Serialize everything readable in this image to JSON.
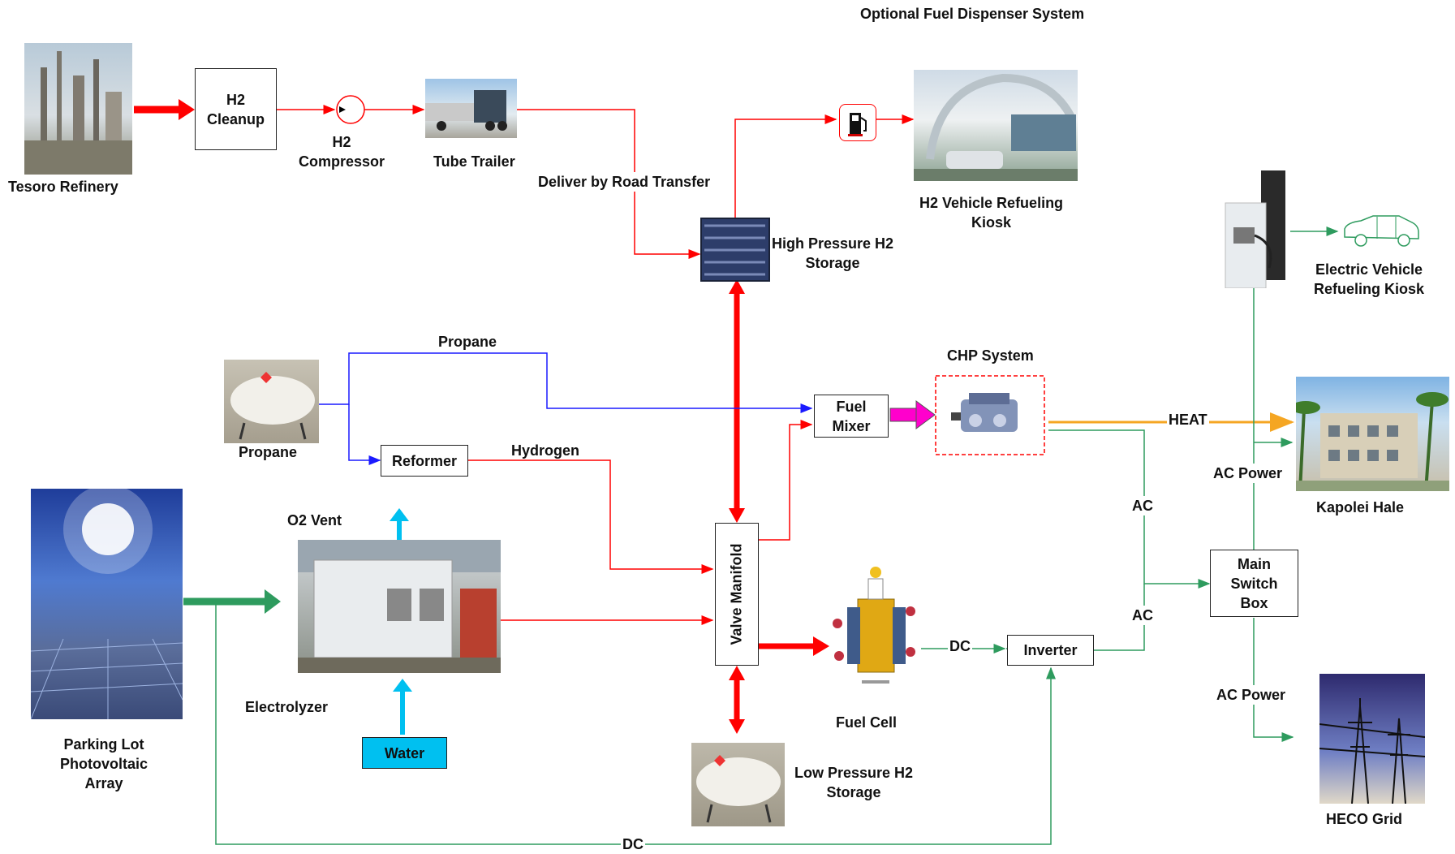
{
  "title": "Optional Fuel Dispenser System",
  "nodes": {
    "tesoro": "Tesoro Refinery",
    "h2_cleanup": "H2\nCleanup",
    "h2_compressor": "H2\nCompressor",
    "tube_trailer": "Tube Trailer",
    "h2_kiosk": "H2 Vehicle Refueling\nKiosk",
    "hp_storage": "High Pressure H2\nStorage",
    "ev_kiosk": "Electric Vehicle\nRefueling Kiosk",
    "propane_tank": "Propane",
    "reformer": "Reformer",
    "fuel_mixer": "Fuel\nMixer",
    "chp": "CHP System",
    "kapolei": "Kapolei Hale",
    "pv_array": "Parking Lot\nPhotovoltaic\nArray",
    "o2_vent": "O2 Vent",
    "electrolyzer": "Electrolyzer",
    "water": "Water",
    "valve_manifold": "Valve Manifold",
    "fuel_cell": "Fuel Cell",
    "inverter": "Inverter",
    "main_switch": "Main\nSwitch\nBox",
    "lp_storage": "Low Pressure H2\nStorage",
    "heco": "HECO Grid"
  },
  "edges": {
    "road": "Deliver by Road Transfer",
    "propane": "Propane",
    "hydrogen": "Hydrogen",
    "heat": "HEAT",
    "ac_power_top": "AC Power",
    "ac1": "AC",
    "ac2": "AC",
    "dc_fc": "DC",
    "ac_power_bottom": "AC Power",
    "dc_bottom": "DC"
  },
  "colors": {
    "hydrogen": "#ff0000",
    "propane": "#1a1aff",
    "electric": "#2e9b5e",
    "heat": "#f5a623",
    "water": "#00c0f0",
    "mixer_arrow": "#ff00cc"
  }
}
